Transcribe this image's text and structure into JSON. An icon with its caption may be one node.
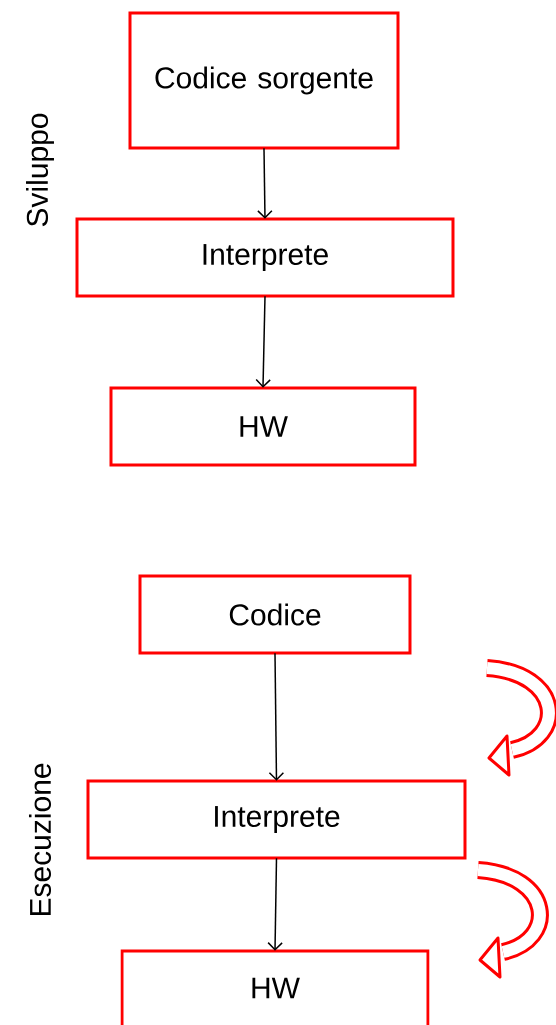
{
  "diagram": {
    "nodes": [
      {
        "text": [
          "Codice sorgente"
        ]
      },
      {
        "text": [
          "Interprete"
        ]
      },
      {
        "text": [
          "HW"
        ]
      },
      {
        "text": [
          "Codice"
        ]
      },
      {
        "text": [
          "Interprete"
        ]
      },
      {
        "text": [
          "HW"
        ]
      }
    ],
    "edges": [
      {
        "from": 0,
        "to": 1,
        "arrow": "to"
      },
      {
        "from": 1,
        "to": 2,
        "arrow": "to"
      },
      {
        "from": 3,
        "to": 4,
        "arrow": "to"
      },
      {
        "from": 4,
        "to": 5,
        "arrow": "to"
      }
    ],
    "labels": [
      "Sviluppo",
      "Esecuzione"
    ]
  }
}
